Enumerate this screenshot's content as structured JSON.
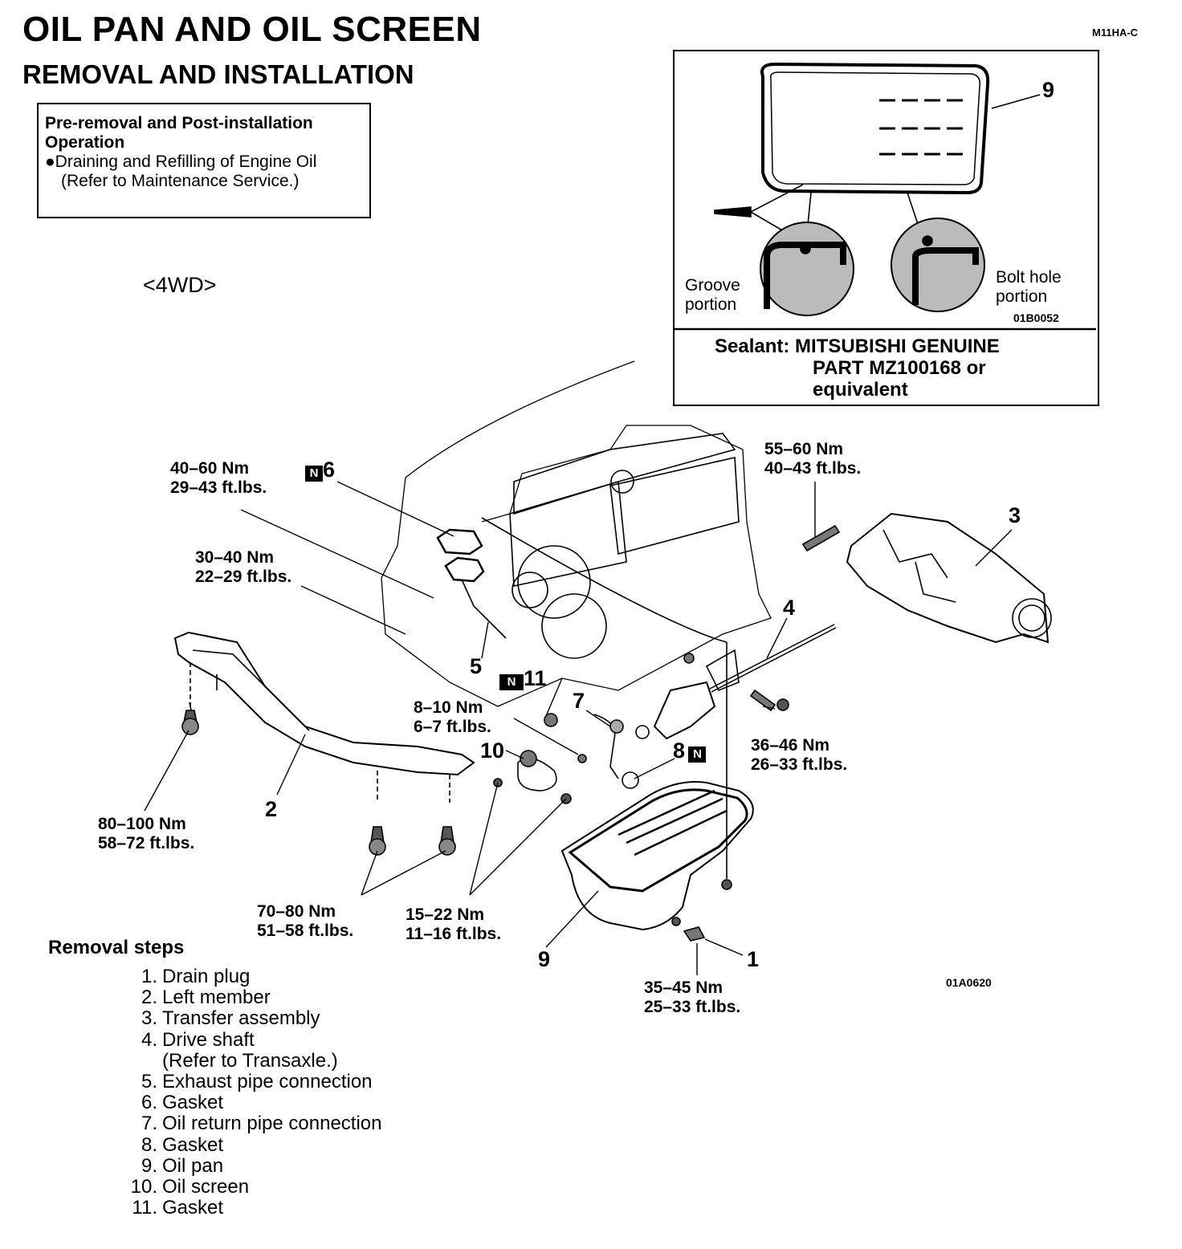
{
  "header": {
    "title": "OIL PAN AND OIL SCREEN",
    "subtitle": "REMOVAL AND INSTALLATION",
    "doc_code": "M11HA-C"
  },
  "pre_removal": {
    "heading_line1": "Pre-removal and Post-installation",
    "heading_line2": "Operation",
    "item_line1": "●Draining and Refilling of Engine Oil",
    "item_line2": "(Refer to Maintenance Service.)"
  },
  "variant": "<4WD>",
  "inset": {
    "callout": "9",
    "groove_line1": "Groove",
    "groove_line2": "portion",
    "bolt_line1": "Bolt hole",
    "bolt_line2": "portion",
    "fig_code": "01B0052",
    "sealant_line1": "Sealant:  MITSUBISHI GENUINE",
    "sealant_line2": "PART MZ100168 or",
    "sealant_line3": "equivalent"
  },
  "torques": {
    "t1": "40–60 Nm\n29–43 ft.lbs.",
    "t2": "30–40 Nm\n22–29 ft.lbs.",
    "t3": "55–60 Nm\n40–43 ft.lbs.",
    "t4": "8–10 Nm\n6–7 ft.lbs.",
    "t5": "36–46 Nm\n26–33 ft.lbs.",
    "t6": "80–100 Nm\n58–72 ft.lbs.",
    "t7": "70–80 Nm\n51–58 ft.lbs.",
    "t8": "15–22 Nm\n11–16 ft.lbs.",
    "t9": "35–45 Nm\n25–33 ft.lbs."
  },
  "callouts": {
    "c1": "1",
    "c2": "2",
    "c3": "3",
    "c4": "4",
    "c5": "5",
    "c6": "6",
    "c7": "7",
    "c8": "8",
    "c9": "9",
    "c10": "10",
    "c11": "11"
  },
  "n_badge": "N",
  "figure_code": "01A0620",
  "removal": {
    "title": "Removal steps",
    "steps": [
      {
        "num": "1.",
        "text": "Drain plug"
      },
      {
        "num": "2.",
        "text": "Left member"
      },
      {
        "num": "3.",
        "text": "Transfer assembly"
      },
      {
        "num": "4.",
        "text": "Drive shaft"
      },
      {
        "num": "",
        "text": "(Refer to Transaxle.)"
      },
      {
        "num": "5.",
        "text": "Exhaust pipe connection"
      },
      {
        "num": "6.",
        "text": "Gasket"
      },
      {
        "num": "7.",
        "text": "Oil return pipe connection"
      },
      {
        "num": "8.",
        "text": "Gasket"
      },
      {
        "num": "9.",
        "text": "Oil pan"
      },
      {
        "num": "10.",
        "text": "Oil screen"
      },
      {
        "num": "11.",
        "text": "Gasket"
      }
    ]
  }
}
